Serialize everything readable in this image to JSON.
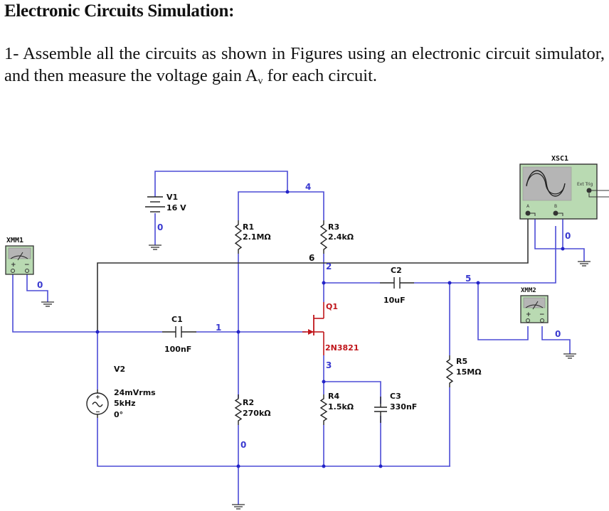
{
  "document": {
    "heading": "Electronic Circuits Simulation:",
    "paragraph_main": "1- Assemble all the circuits as shown in Figures using an electronic circuit simulator, and then measure the voltage gain A",
    "paragraph_sub": "v",
    "paragraph_tail": " for each circuit."
  },
  "schematic": {
    "colors": {
      "wire": "#4b4bd6",
      "probe_wire": "#333333",
      "transistor": "#c0161b",
      "instrument_body": "#b9dab2"
    },
    "components": {
      "v1": {
        "ref": "V1",
        "value": "16 V"
      },
      "v2": {
        "ref": "V2",
        "amplitude": "24mVrms",
        "frequency": "5kHz",
        "phase": "0°"
      },
      "r1": {
        "ref": "R1",
        "value": "2.1MΩ"
      },
      "r2": {
        "ref": "R2",
        "value": "270kΩ"
      },
      "r3": {
        "ref": "R3",
        "value": "2.4kΩ"
      },
      "r4": {
        "ref": "R4",
        "value": "1.5kΩ"
      },
      "r5": {
        "ref": "R5",
        "value": "15MΩ"
      },
      "c1": {
        "ref": "C1",
        "value": "100nF"
      },
      "c2": {
        "ref": "C2",
        "value": "10uF"
      },
      "c3": {
        "ref": "C3",
        "value": "330nF"
      },
      "q1": {
        "ref": "Q1",
        "model": "2N3821"
      }
    },
    "instruments": {
      "xmm1": {
        "ref": "XMM1",
        "plus": "+",
        "minus": "−"
      },
      "xmm2": {
        "ref": "XMM2",
        "plus": "+",
        "minus": "−"
      },
      "xsc1": {
        "ref": "XSC1",
        "ext_trig": "Ext Trig",
        "channel_a": "A",
        "channel_b": "B"
      }
    },
    "nets": {
      "n0_v1": "0",
      "n0_xmm1": "0",
      "n0_r2": "0",
      "n0_xsc1": "0",
      "n0_xmm2": "0",
      "n1": "1",
      "n2": "2",
      "n3": "3",
      "n4": "4",
      "n5": "5",
      "n6": "6"
    }
  }
}
